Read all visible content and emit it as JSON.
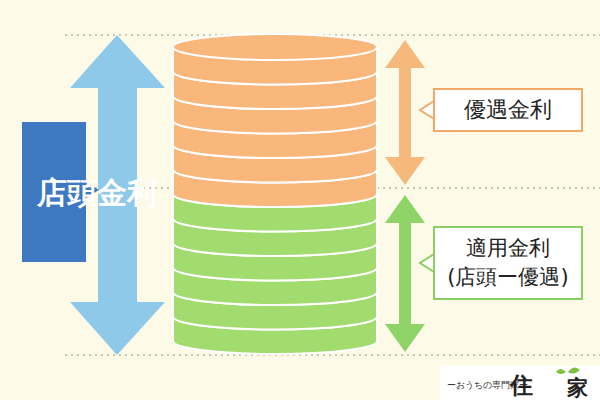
{
  "diagram": {
    "nodes": [
      {
        "text": [
          "店頭金利"
        ]
      },
      {
        "text": [
          "優遇金利"
        ]
      },
      {
        "text": [
          "適用金利 (店頭ー優遇)"
        ]
      }
    ],
    "labels": [
      "ーおうちの専門家ー",
      "住",
      "家"
    ]
  }
}
